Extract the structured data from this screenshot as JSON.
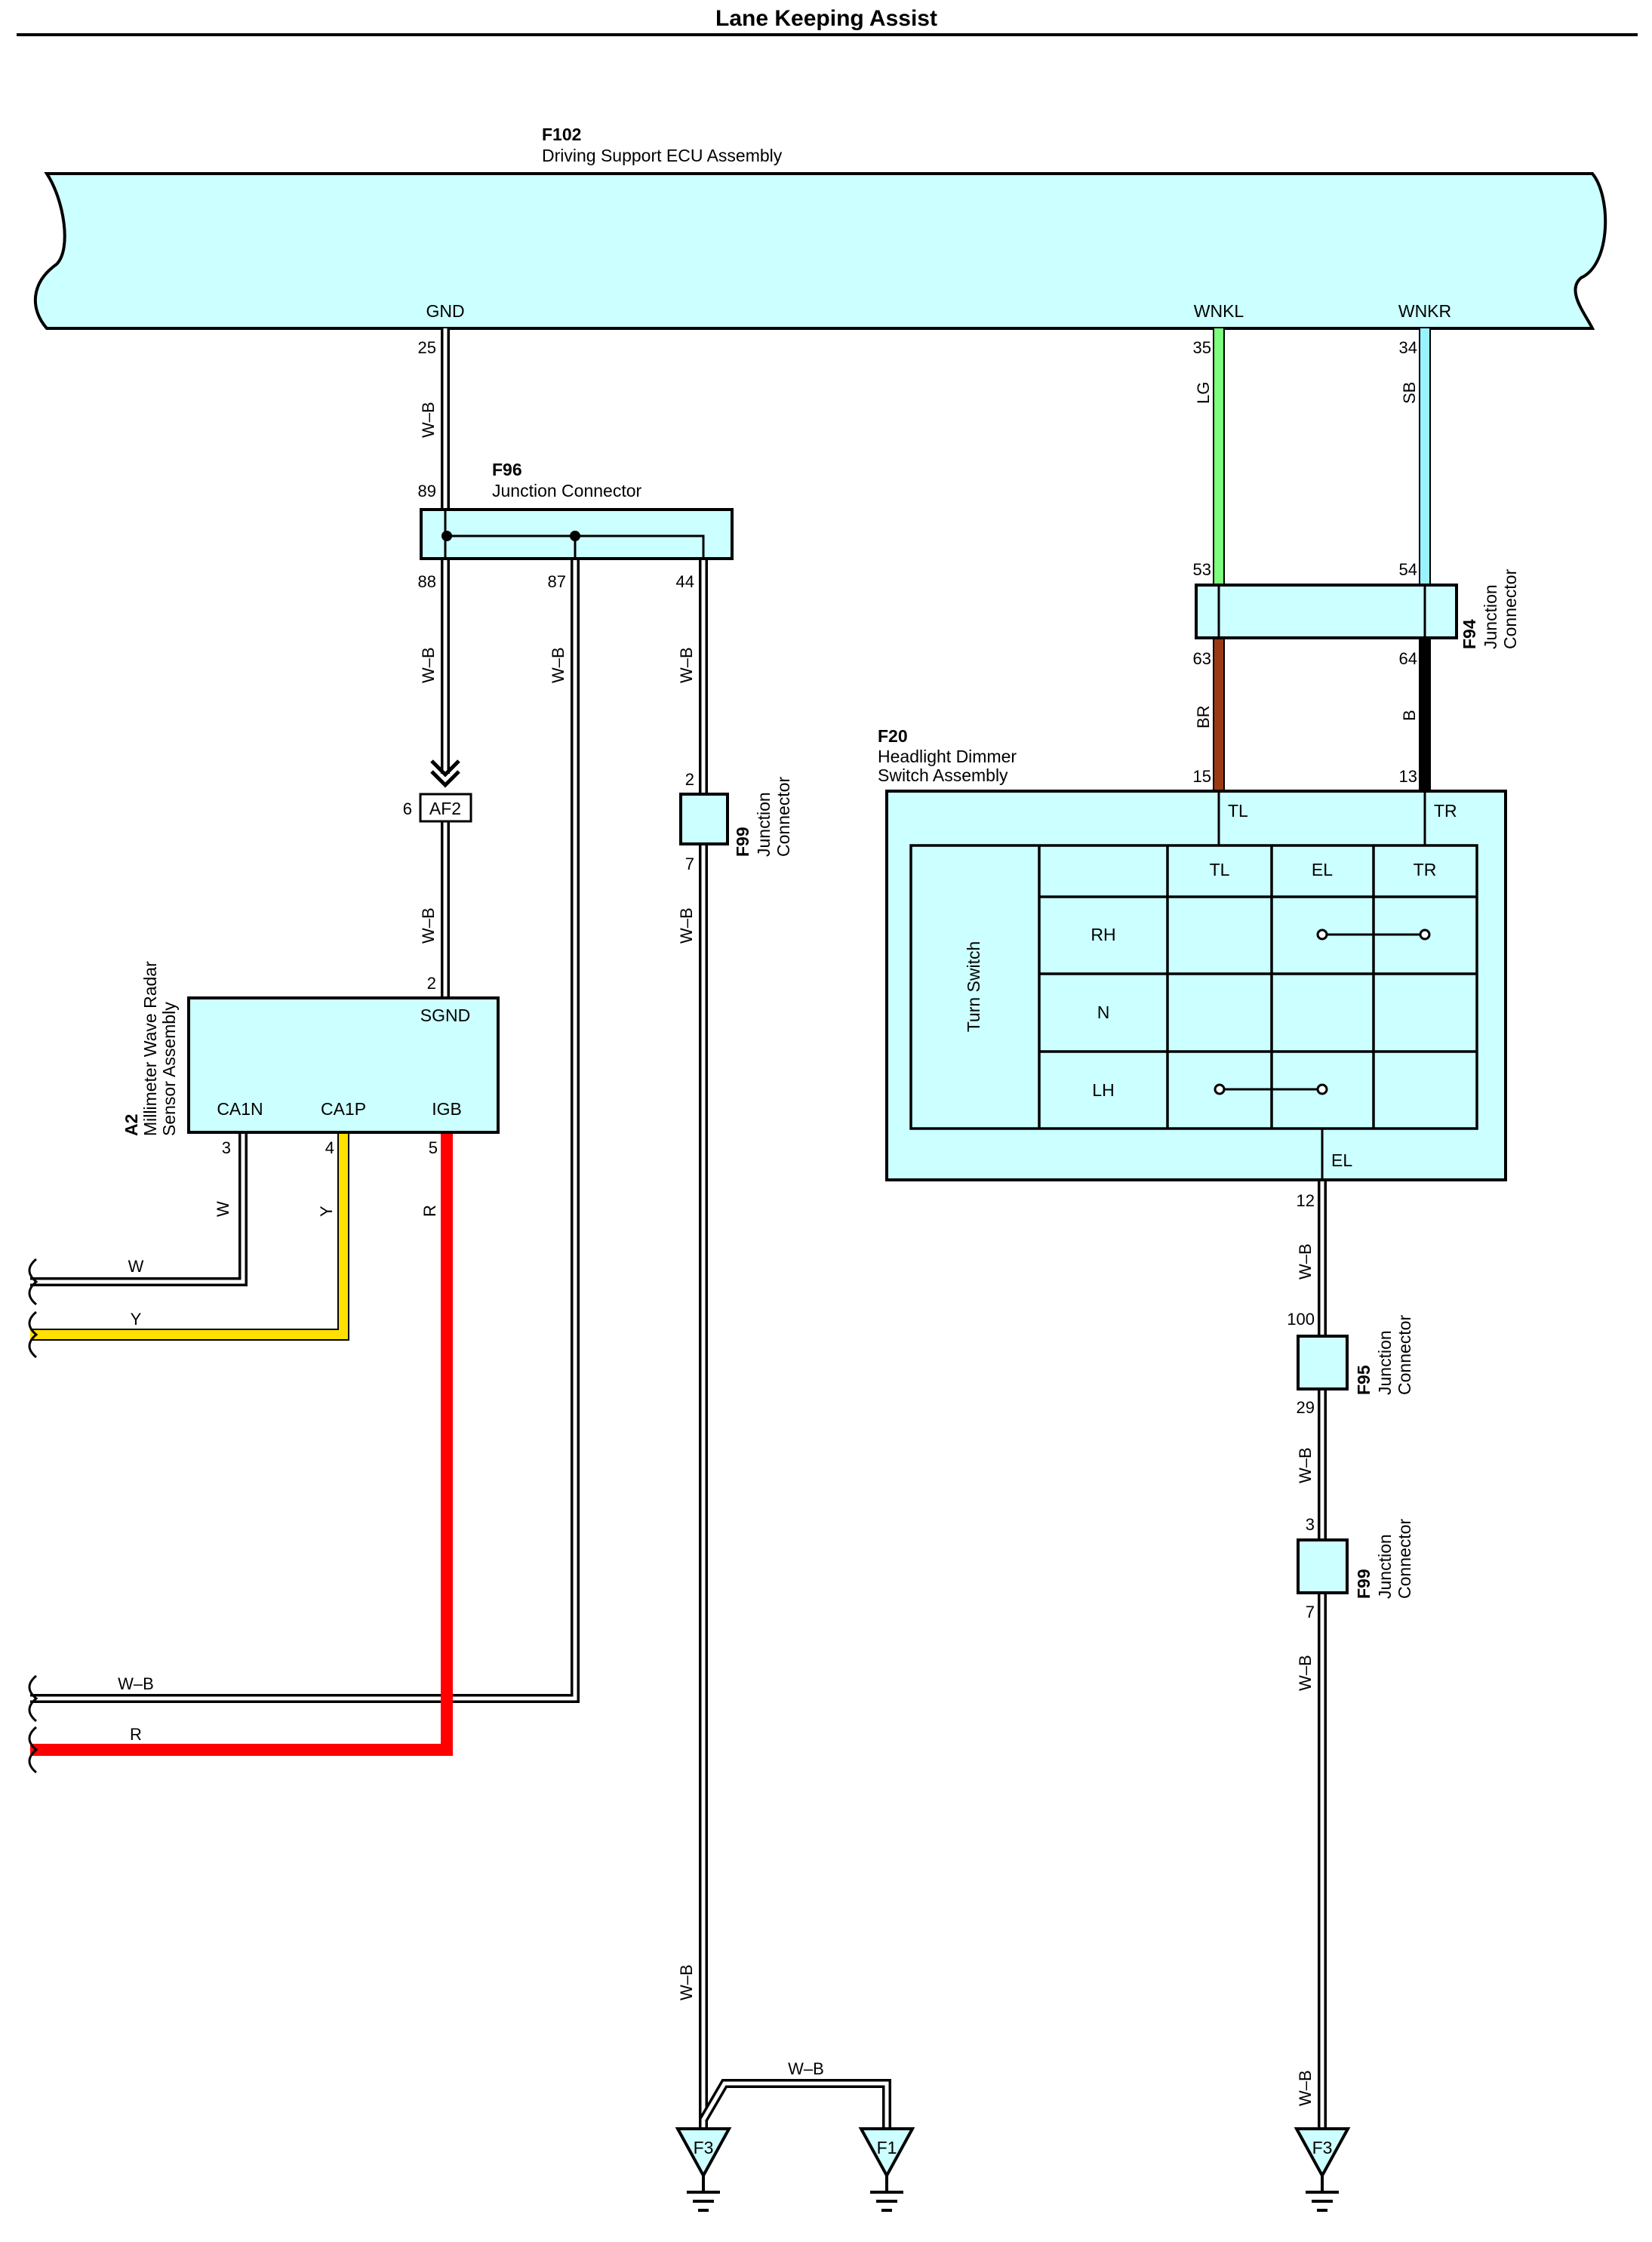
{
  "title": "Lane Keeping Assist",
  "colors": {
    "component_fill": "#ccffff",
    "wire_W": "#ffffff",
    "wire_WB": "#ffffff",
    "wire_Y": "#ffe000",
    "wire_R": "#ff0000",
    "wire_LG": "#7dff7d",
    "wire_SB": "#99f3ff",
    "wire_BR": "#9a3a14",
    "wire_B": "#000000"
  },
  "components": {
    "ecu": {
      "id": "F102",
      "name": "Driving Support ECU Assembly",
      "t_gnd": "GND",
      "t_wnkl": "WNKL",
      "t_wnkr": "WNKR",
      "p_gnd": "25",
      "p_wnkl": "35",
      "p_wnkr": "34"
    },
    "f96": {
      "id": "F96",
      "name": "Junction Connector",
      "p_in": "89",
      "p_a": "88",
      "p_b": "87",
      "p_c": "44"
    },
    "f94": {
      "id": "F94",
      "name1": "Junction",
      "name2": "Connector",
      "p_53": "53",
      "p_54": "54",
      "p_63": "63",
      "p_64": "64"
    },
    "af2": {
      "id": "AF2",
      "pin": "6",
      "icon": "double-chevron-down-icon"
    },
    "f99a": {
      "id": "F99",
      "name1": "Junction",
      "name2": "Connector",
      "p_top": "2",
      "p_bot": "7"
    },
    "a2": {
      "id": "A2",
      "name1": "Millimeter Wave Radar",
      "name2": "Sensor Assembly",
      "t_sgnd": "SGND",
      "t_ca1n": "CA1N",
      "t_ca1p": "CA1P",
      "t_igb": "IGB",
      "p_sgnd": "2",
      "p_ca1n": "3",
      "p_ca1p": "4",
      "p_igb": "5"
    },
    "f20": {
      "id": "F20",
      "name1": "Headlight Dimmer",
      "name2": "Switch Assembly",
      "p_tl": "15",
      "p_tr": "13",
      "p_el": "12",
      "t_tl": "TL",
      "t_tr": "TR",
      "t_el": "EL"
    },
    "f95": {
      "id": "F95",
      "name1": "Junction",
      "name2": "Connector",
      "p_top": "100",
      "p_bot": "29"
    },
    "f99b": {
      "id": "F99",
      "name1": "Junction",
      "name2": "Connector",
      "p_top": "3",
      "p_bot": "7"
    }
  },
  "switch_table": {
    "label": "Turn Switch",
    "columns": [
      "TL",
      "EL",
      "TR"
    ],
    "rows": [
      "RH",
      "N",
      "LH"
    ]
  },
  "wire_labels": {
    "gnd_trunk": "W–B",
    "lg": "LG",
    "sb": "SB",
    "br": "BR",
    "b": "B",
    "wb_88": "W–B",
    "wb_87": "W–B",
    "wb_44": "W–B",
    "wb_af2": "W–B",
    "wb_f99_low": "W–B",
    "wb_ground_low": "W–B",
    "wb_jumper": "W–B",
    "w": "W",
    "y": "Y",
    "r": "R",
    "w_horiz": "W",
    "y_horiz": "Y",
    "wb_horiz": "W–B",
    "r_horiz": "R",
    "wb_el_1": "W–B",
    "wb_el_2": "W–B",
    "wb_el_3": "W–B",
    "wb_el_4": "W–B"
  },
  "grounds": {
    "g1": "F3",
    "g2": "F1",
    "g3": "F3"
  }
}
